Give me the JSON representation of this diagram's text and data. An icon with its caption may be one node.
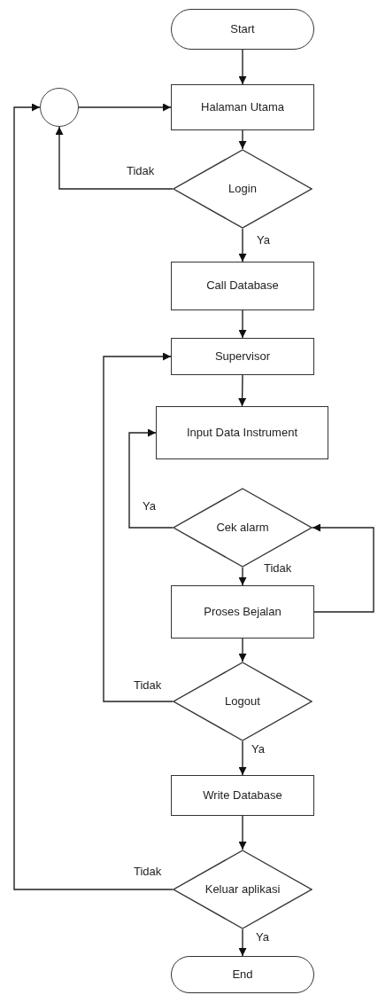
{
  "diagram": {
    "nodes": [
      {
        "text": [
          "Start"
        ]
      },
      {
        "text": [],
        "shape": "circle"
      },
      {
        "text": [
          "Halaman Utama"
        ]
      },
      {
        "text": [
          "Login"
        ]
      },
      {
        "text": [
          "Call Database"
        ]
      },
      {
        "text": [
          "Supervisor"
        ]
      },
      {
        "text": [
          "Input Data Instrument"
        ]
      },
      {
        "text": [
          "Cek alarm"
        ]
      },
      {
        "text": [
          "Proses Bejalan"
        ]
      },
      {
        "text": [
          "Logout"
        ]
      },
      {
        "text": [
          "Write Database"
        ]
      },
      {
        "text": [
          "Keluar aplikasi"
        ]
      },
      {
        "text": [
          "End"
        ]
      }
    ],
    "edges": [
      {
        "from": 0,
        "to": 2,
        "arrow": "to"
      },
      {
        "from": 1,
        "to": 2,
        "arrow": "to"
      },
      {
        "from": 2,
        "to": 3,
        "arrow": "to"
      },
      {
        "from": 3,
        "to": 1,
        "arrow": "to",
        "label": "Tidak"
      },
      {
        "from": 3,
        "to": 4,
        "arrow": "to",
        "label": "Ya"
      },
      {
        "from": 4,
        "to": 5,
        "arrow": "to"
      },
      {
        "from": 5,
        "to": 6,
        "arrow": "to"
      },
      {
        "from": 7,
        "to": 6,
        "arrow": "to",
        "label": "Ya"
      },
      {
        "from": 7,
        "to": 8,
        "arrow": "to",
        "label": "Tidak"
      },
      {
        "from": 8,
        "to": 7,
        "arrow": "to"
      },
      {
        "from": 8,
        "to": 9,
        "arrow": "to"
      },
      {
        "from": 9,
        "to": 5,
        "arrow": "to",
        "label": "Tidak"
      },
      {
        "from": 9,
        "to": 10,
        "arrow": "to",
        "label": "Ya"
      },
      {
        "from": 10,
        "to": 11,
        "arrow": "to"
      },
      {
        "from": 11,
        "to": 1,
        "arrow": "to",
        "label": "Tidak"
      },
      {
        "from": 11,
        "to": 12,
        "arrow": "to",
        "label": "Ya"
      }
    ]
  }
}
